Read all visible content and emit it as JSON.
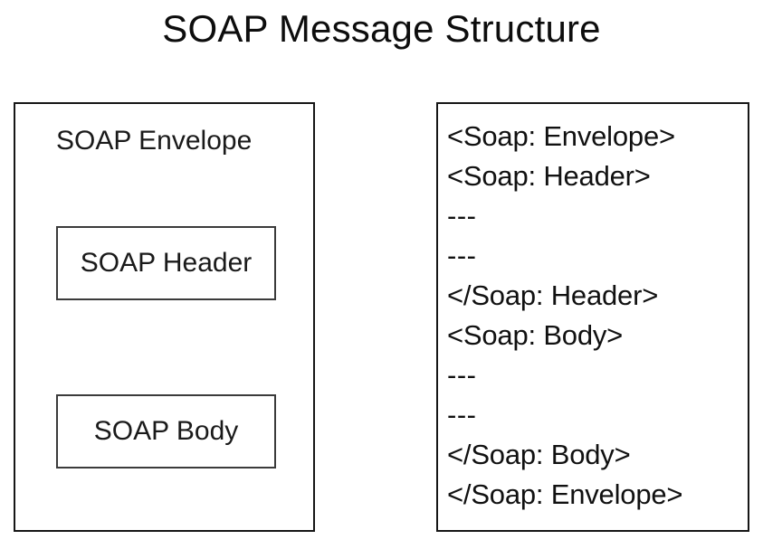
{
  "title": "SOAP Message Structure",
  "diagram": {
    "envelope": {
      "label": "SOAP Envelope",
      "children": [
        {
          "label": "SOAP Header"
        },
        {
          "label": "SOAP Body"
        }
      ]
    }
  },
  "code": {
    "lines": [
      "<Soap: Envelope>",
      "<Soap: Header>",
      "---",
      "---",
      "</Soap: Header>",
      "<Soap: Body>",
      "---",
      "---",
      "</Soap: Body>",
      "</Soap: Envelope>"
    ]
  },
  "colors": {
    "background": "#ffffff",
    "outline": "#161616",
    "inner_outline": "#3b3b3b",
    "text": "#111111"
  }
}
